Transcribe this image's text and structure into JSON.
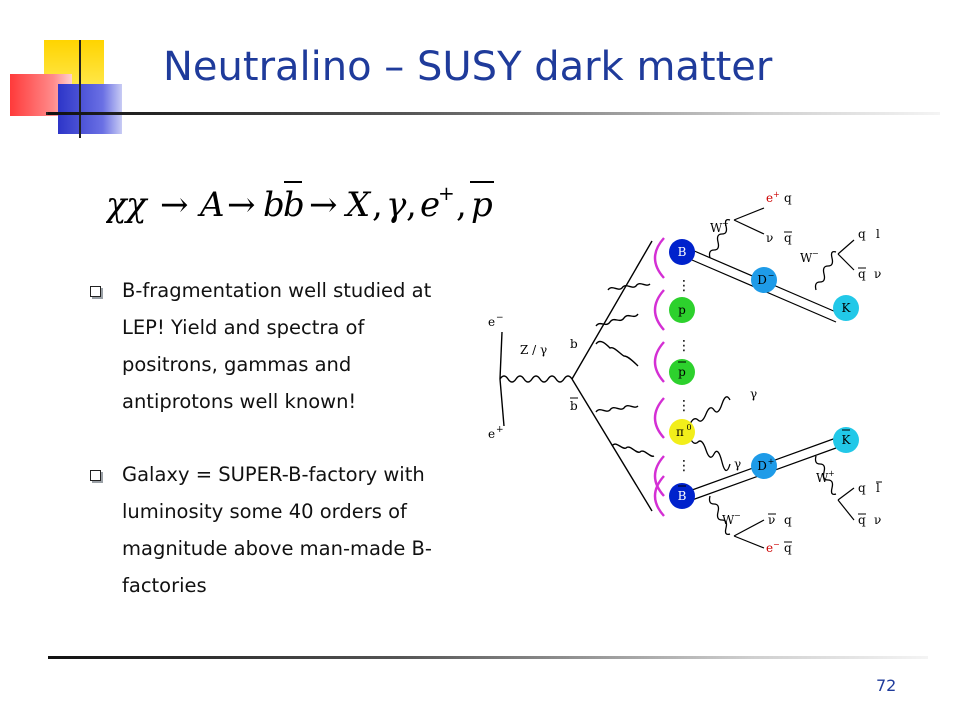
{
  "slide": {
    "title": "Neutralino – SUSY dark matter",
    "page_number": "72",
    "bullets": [
      {
        "text": "B-fragmentation well studied at LEP! Yield and spectra of positrons, gammas and antiprotons well known!"
      },
      {
        "text": "Galaxy = SUPER-B-factory with luminosity some 40 orders of magnitude above man-made B-factories"
      }
    ]
  },
  "formula": {
    "chi1": "χ",
    "chi2": "χ",
    "arrow1": "→",
    "A": "A",
    "arrow2": "→",
    "b": "b",
    "bbar": "b",
    "arrow3": "→",
    "X": "X",
    "comma1": ",",
    "gamma": "γ",
    "comma2": ",",
    "e": "e",
    "eplus": "+",
    "comma3": ",",
    "p": "p"
  },
  "diagram": {
    "e_minus": "e",
    "e_minus_sup": "−",
    "e_plus": "e",
    "e_plus_sup": "+",
    "z_gamma": "Z / γ",
    "b_label": "b",
    "bbar_label": "b",
    "hadron_B": "B",
    "hadron_p": "p",
    "hadron_pbar": "p",
    "hadron_pi0": "π",
    "hadron_pi0_sup": "0",
    "hadron_Bbar": "B",
    "hadron_D_top": "D",
    "hadron_D_top_sup": "−",
    "hadron_K_top": "K",
    "hadron_D_bot": "D",
    "hadron_D_bot_sup": "+",
    "hadron_K_bot": "K",
    "gamma_top": "γ",
    "gamma_bot": "γ",
    "w_top_left": "W",
    "w_top_left_sup": "+",
    "w_top_right": "W",
    "w_top_right_sup": "−",
    "w_bot_left": "W",
    "w_bot_left_sup": "−",
    "w_bot_right": "W",
    "w_bot_right_sup": "+",
    "top_left_pair": [
      {
        "a": "e",
        "a_sup": "+",
        "b": "q"
      },
      {
        "a": "ν",
        "a_sup": "",
        "b": "q"
      }
    ],
    "top_right_pair": [
      {
        "a": "q",
        "b": "l"
      },
      {
        "a": "q",
        "b": "ν"
      }
    ],
    "bot_left_pair": [
      {
        "a": "ν",
        "b": "q"
      },
      {
        "a": "e",
        "a_sup": "−",
        "b": "q"
      }
    ],
    "bot_right_pair": [
      {
        "a": "q",
        "b": "l"
      },
      {
        "a": "q",
        "b": "ν"
      }
    ]
  },
  "colors": {
    "title": "#1f3b9b",
    "B_meson": "#0022cc",
    "proton": "#2dd12d",
    "pion": "#f2ee1a",
    "D_meson": "#1e9be8",
    "K_meson": "#22c8e8",
    "fragmentation_arc": "#d42fd4"
  }
}
